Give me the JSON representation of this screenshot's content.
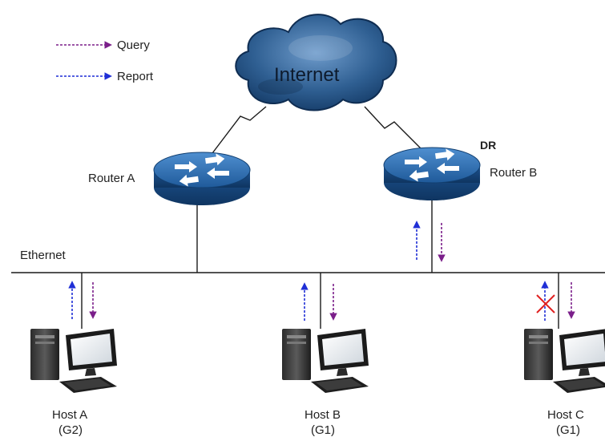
{
  "legend": {
    "query_label": "Query",
    "report_label": "Report",
    "query_color": "#7b1f8a",
    "report_color": "#1f2fd6"
  },
  "network": {
    "cloud_label": "Internet",
    "segment_label": "Ethernet"
  },
  "routers": [
    {
      "label": "Router A",
      "role": ""
    },
    {
      "label": "Router B",
      "role": "DR"
    }
  ],
  "hosts": [
    {
      "label": "Host A",
      "group": "(G2)",
      "report_blocked": false
    },
    {
      "label": "Host B",
      "group": "(G1)",
      "report_blocked": false
    },
    {
      "label": "Host C",
      "group": "(G1)",
      "report_blocked": true
    }
  ],
  "colors": {
    "router_top": "#2f6aa8",
    "router_side": "#1b4f86",
    "cloud_fill": "#2c5a8a",
    "blocked_mark": "#e02020",
    "line": "#1a1a1a"
  }
}
